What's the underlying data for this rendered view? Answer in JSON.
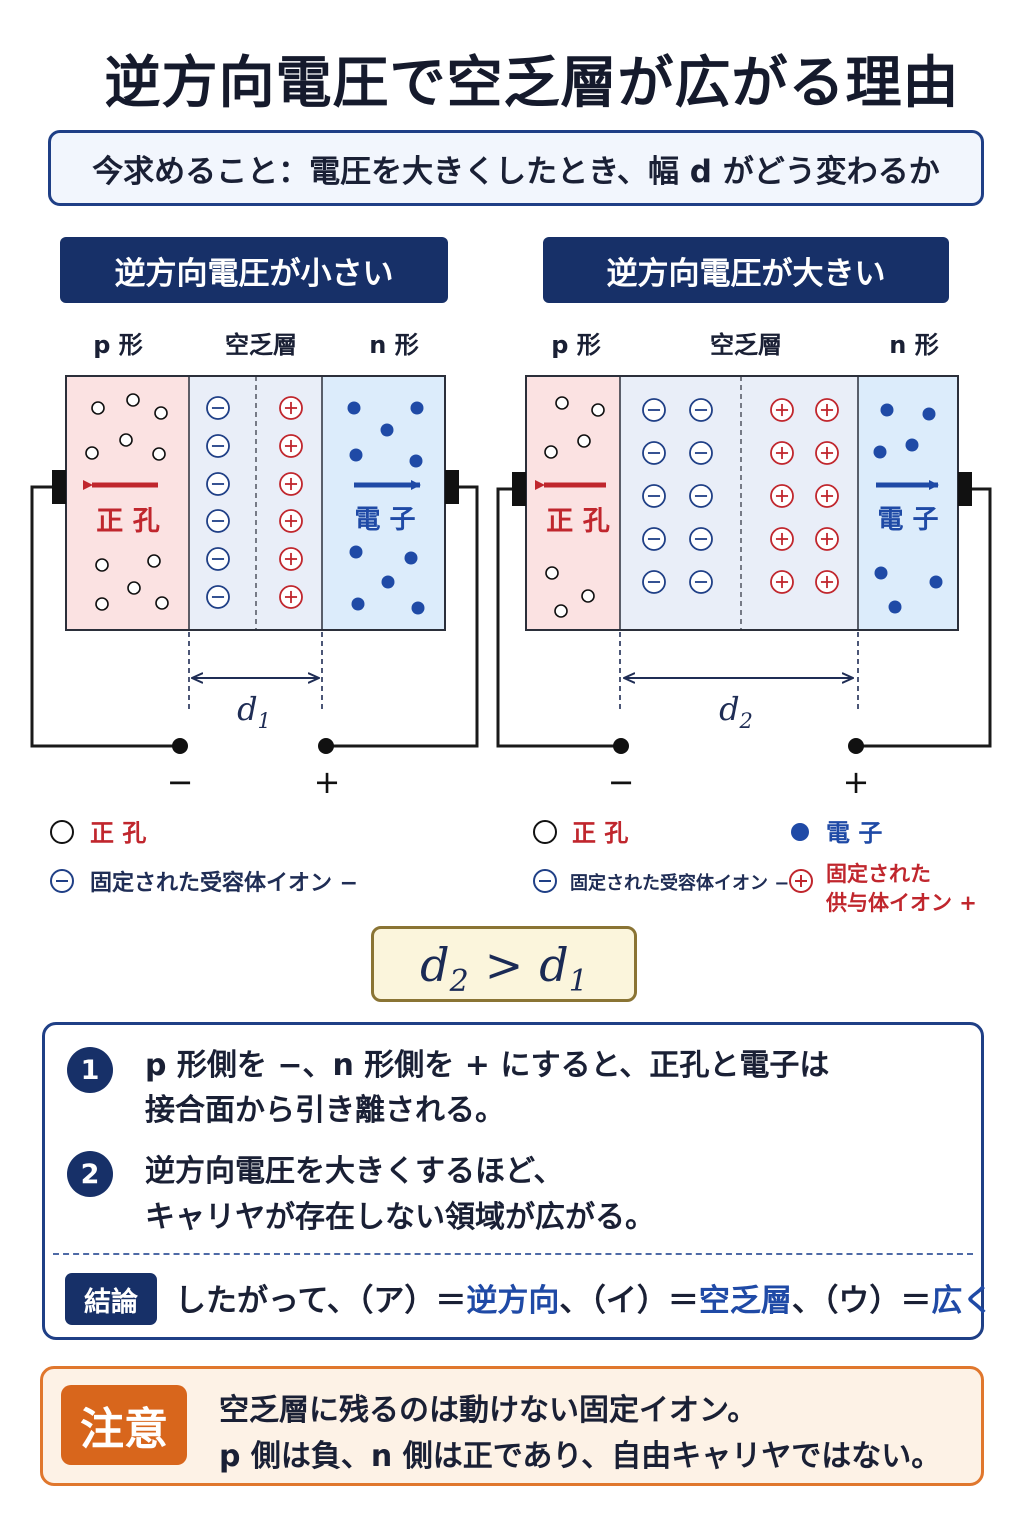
{
  "title": "逆方向電圧で空乏層が広がる理由",
  "goal": "今求めること：電圧を大きくしたとき、幅 d がどう変わるか",
  "left_panel": {
    "banner": "逆方向電圧が小さい",
    "label_p": "p 形",
    "label_depl": "空乏層",
    "label_n": "n 形",
    "hole_label": "正 孔",
    "electron_label": "電 子",
    "width_var": "d",
    "width_sub": "1",
    "terminal_minus": "−",
    "terminal_plus": "+"
  },
  "right_panel": {
    "banner": "逆方向電圧が大きい",
    "label_p": "p 形",
    "label_depl": "空乏層",
    "label_n": "n 形",
    "hole_label": "正 孔",
    "electron_label": "電 子",
    "width_var": "d",
    "width_sub": "2",
    "terminal_minus": "−",
    "terminal_plus": "+"
  },
  "legend": {
    "hole": "正 孔",
    "acceptor": "固定された受容体イオン −",
    "electron": "電 子",
    "donor_line1": "固定された",
    "donor_line2": "供与体イオン +"
  },
  "inequality": {
    "lhs_var": "d",
    "lhs_sub": "2",
    "op": ">",
    "rhs_var": "d",
    "rhs_sub": "1"
  },
  "points": [
    {
      "num": "1",
      "line1": "p 形側を −、n 形側を + にすると、正孔と電子は",
      "line2": "接合面から引き離される。"
    },
    {
      "num": "2",
      "line1": "逆方向電圧を大きくするほど、",
      "line2": "キャリヤが存在しない領域が広がる。"
    }
  ],
  "conclusion": {
    "badge": "結論",
    "prefix": "したがって、（ア）＝",
    "a": "逆方向",
    "mid1": "、（イ）＝",
    "i": "空乏層",
    "mid2": "、（ウ）＝",
    "u": "広く"
  },
  "note": {
    "badge": "注意",
    "line1": "空乏層に残るのは動けない固定イオン。",
    "line2": "p 側は負、n 側は正であり、自由キャリヤではない。"
  },
  "colors": {
    "navy": "#173068",
    "hole_red": "#c0262d",
    "electron_blue": "#1f4aa6",
    "p_region": "#fbe2e2",
    "n_region": "#dcecfb",
    "depletion": "#e9eef8"
  }
}
